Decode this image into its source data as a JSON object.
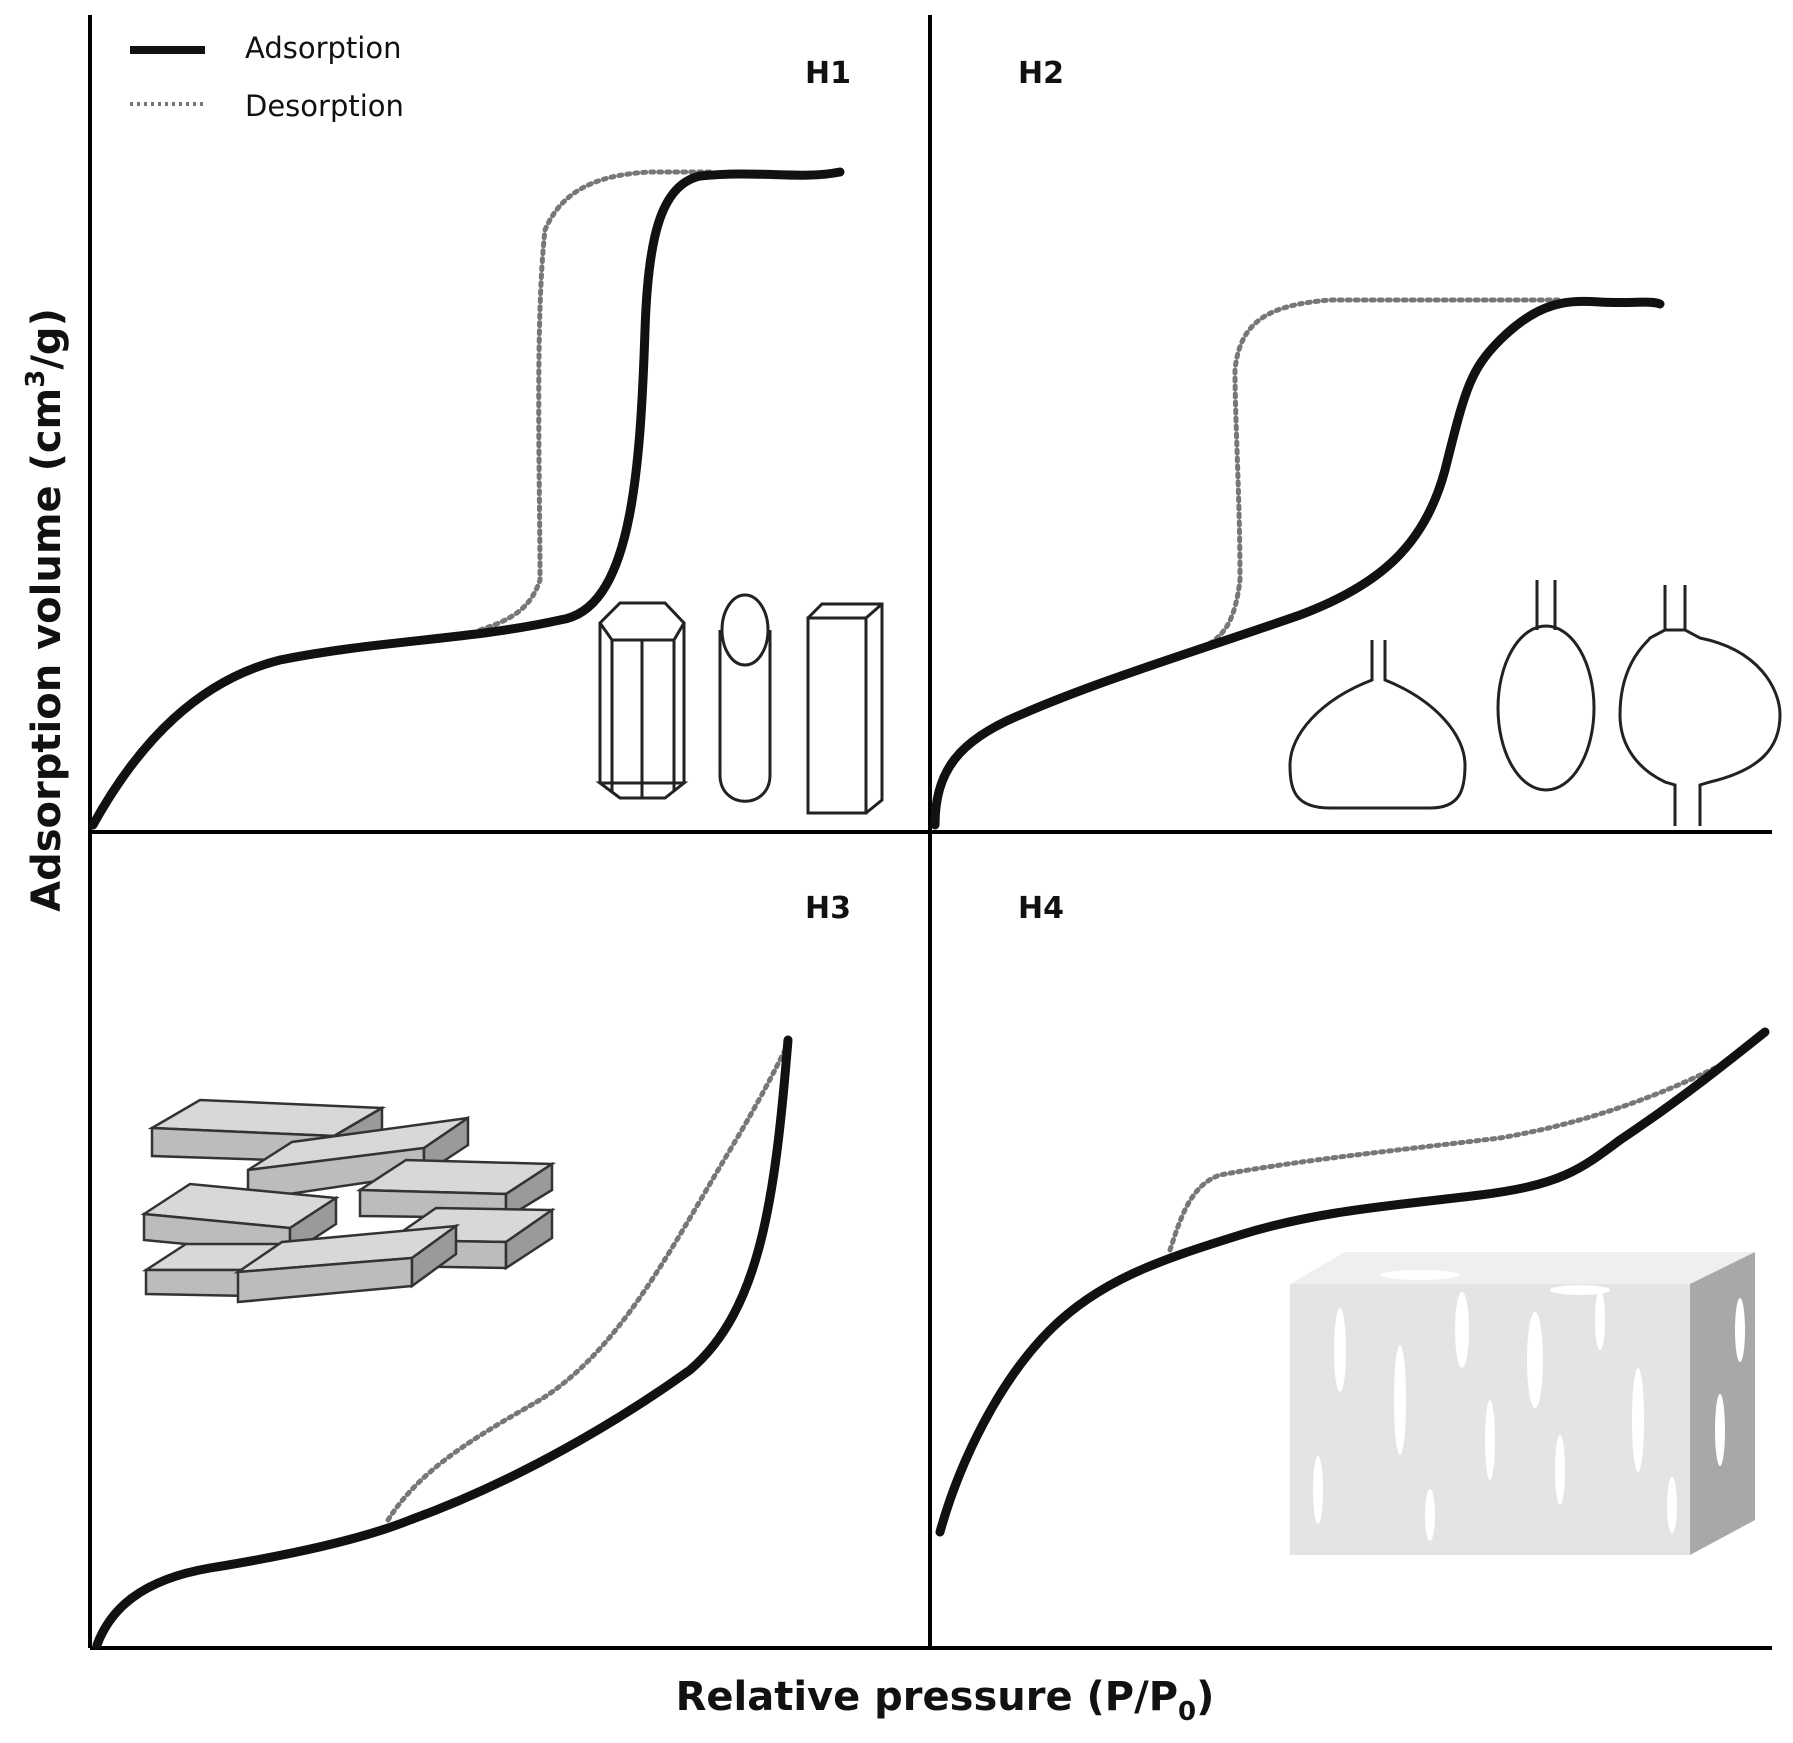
{
  "legend": {
    "adsorption_label": "Adsorption",
    "desorption_label": "Desorption"
  },
  "panels": [
    {
      "id": "H1",
      "label": "H1"
    },
    {
      "id": "H2",
      "label": "H2"
    },
    {
      "id": "H3",
      "label": "H3"
    },
    {
      "id": "H4",
      "label": "H4"
    }
  ],
  "axes": {
    "y_title_main": "Adsorption volume (cm",
    "y_title_sup": "3",
    "y_title_end": "/g)",
    "x_title_main": "Relative pressure (P/P",
    "x_title_sub": "0",
    "x_title_end": ")"
  },
  "colors": {
    "adsorption": "#111111",
    "desorption": "#777777"
  }
}
